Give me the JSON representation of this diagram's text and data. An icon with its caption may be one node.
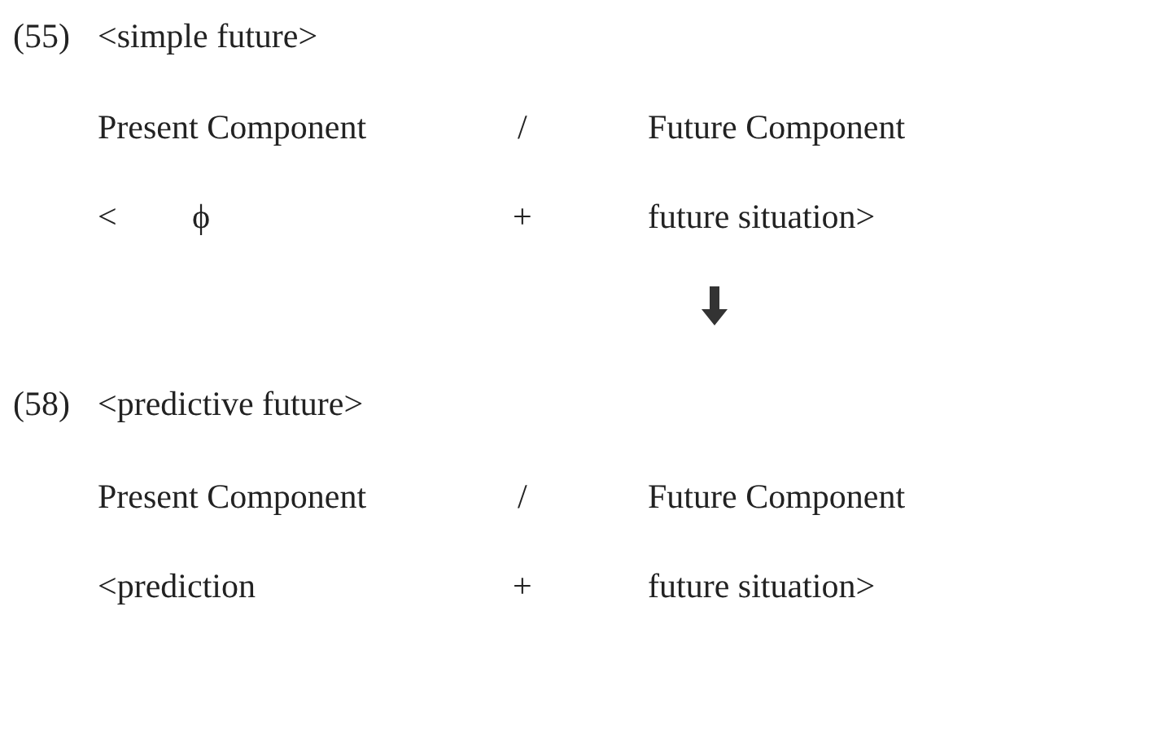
{
  "diagram": {
    "labels": [
      "(55)",
      "<simple future>",
      "Present Component",
      "/",
      "Future Component",
      "<",
      "ϕ",
      "+",
      "future situation>",
      "(58)",
      "<predictive future>",
      "Present Component",
      "/",
      "Future Component",
      "<prediction",
      "+",
      "future situation>"
    ]
  }
}
